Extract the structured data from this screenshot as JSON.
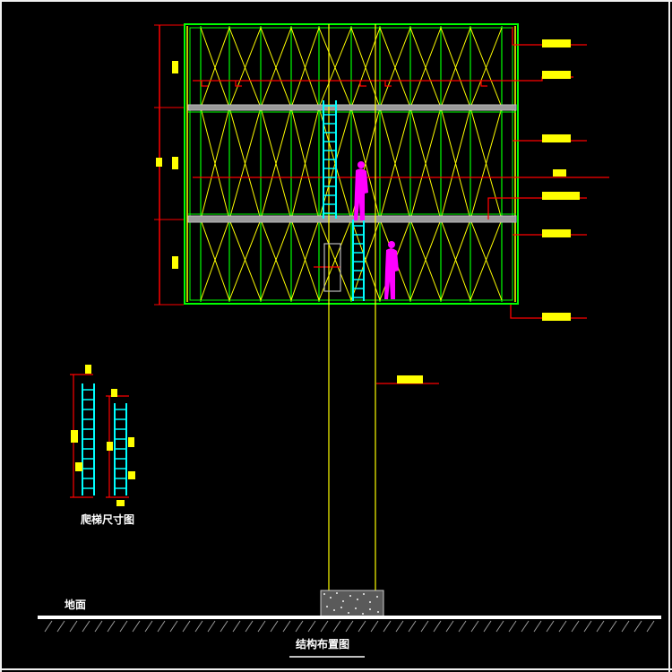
{
  "drawing": {
    "title": "结构布置图",
    "ladder_detail_title": "爬梯尺寸图",
    "ground_label": "地面"
  },
  "colors": {
    "background": "#000000",
    "border": "#f0f0f0",
    "frame": "#00ff00",
    "bracing": "#ffff00",
    "ladder": "#00ffff",
    "callout": "#ff0000",
    "figure": "#ff00ff",
    "tag": "#ffff00",
    "walkway": "#bbbbbb",
    "ground": "#ffffff"
  },
  "icons": {
    "worker": "human-figure-icon",
    "ladder": "ladder-icon",
    "foundation": "concrete-hatch-icon"
  }
}
